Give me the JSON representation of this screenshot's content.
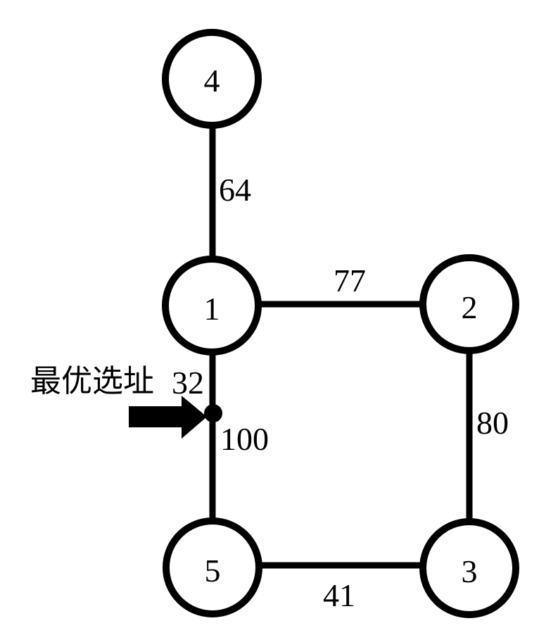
{
  "figure": {
    "background_color": "#ffffff",
    "ink_color": "#000000",
    "annotation": {
      "label": "最优选址"
    },
    "nodes": [
      {
        "id": "4",
        "label": "4"
      },
      {
        "id": "1",
        "label": "1"
      },
      {
        "id": "2",
        "label": "2"
      },
      {
        "id": "5",
        "label": "5"
      },
      {
        "id": "3",
        "label": "3"
      }
    ],
    "edges": [
      {
        "from": "4",
        "to": "1",
        "weight": "64"
      },
      {
        "from": "1",
        "to": "2",
        "weight": "77"
      },
      {
        "from": "2",
        "to": "3",
        "weight": "80"
      },
      {
        "from": "5",
        "to": "3",
        "weight": "41"
      },
      {
        "from": "1",
        "to": "optimal-point",
        "weight": "32"
      },
      {
        "from": "optimal-point",
        "to": "5",
        "weight": "100"
      }
    ]
  }
}
